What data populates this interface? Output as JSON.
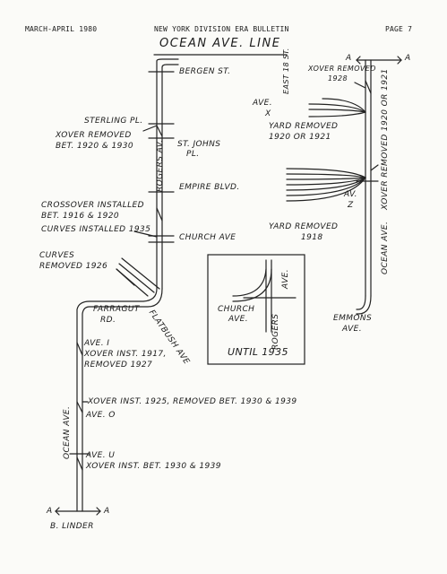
{
  "header": {
    "left": "MARCH-APRIL 1980",
    "center": "NEW YORK DIVISION ERA BULLETIN",
    "right": "PAGE 7"
  },
  "title": "OCEAN AVE. LINE",
  "labels": {
    "bergen": "BERGEN ST.",
    "sterling": "STERLING PL.",
    "xover_1920_1930_a": "XOVER REMOVED",
    "xover_1920_1930_b": "BET. 1920 & 1930",
    "st_johns_a": "ST. JOHNS",
    "st_johns_b": "PL.",
    "rogers_ave": "ROGERS AV.",
    "empire": "EMPIRE BLVD.",
    "crossover_a": "CROSSOVER INSTALLED",
    "crossover_b": "BET. 1916 & 1920",
    "curves_installed": "CURVES INSTALLED 1935",
    "church": "CHURCH AVE",
    "curves_removed_a": "CURVES",
    "curves_removed_b": "REMOVED 1926",
    "farragut_a": "FARRAGUT",
    "farragut_b": "RD.",
    "flatbush": "FLATBUSH AVE",
    "ave_i_a": "AVE. I",
    "ave_i_b": "XOVER INST. 1917,",
    "ave_i_c": "REMOVED 1927",
    "ocean_ave_left": "OCEAN AVE.",
    "xover_1925": "XOVER INST. 1925, REMOVED BET. 1930 & 1939",
    "ave_o": "AVE. O",
    "ave_u": "AVE. U",
    "xover_1930_1939": "XOVER INST. BET. 1930 & 1939",
    "a_left_1": "A",
    "a_left_2": "A",
    "linder": "B. LINDER",
    "inset_church_a": "CHURCH",
    "inset_church_b": "AVE.",
    "inset_rogers": "ROGERS",
    "inset_ave": "AVE.",
    "until_1935": "UNTIL 1935",
    "a_right_1": "A",
    "a_right_2": "A",
    "east_18": "EAST 18 ST.",
    "xover_1928_a": "XOVER REMOVED",
    "xover_1928_b": "1928",
    "ave_x_a": "AVE.",
    "ave_x_b": "X",
    "yard_1920_a": "YARD REMOVED",
    "yard_1920_b": "1920 OR 1921",
    "ave_z_a": "AV.",
    "ave_z_b": "Z",
    "yard_1918_a": "YARD REMOVED",
    "yard_1918_b": "1918",
    "xover_right": "XOVER REMOVED 1920 OR 1921",
    "ocean_ave_right": "OCEAN AVE.",
    "emmons_a": "EMMONS",
    "emmons_b": "AVE."
  }
}
